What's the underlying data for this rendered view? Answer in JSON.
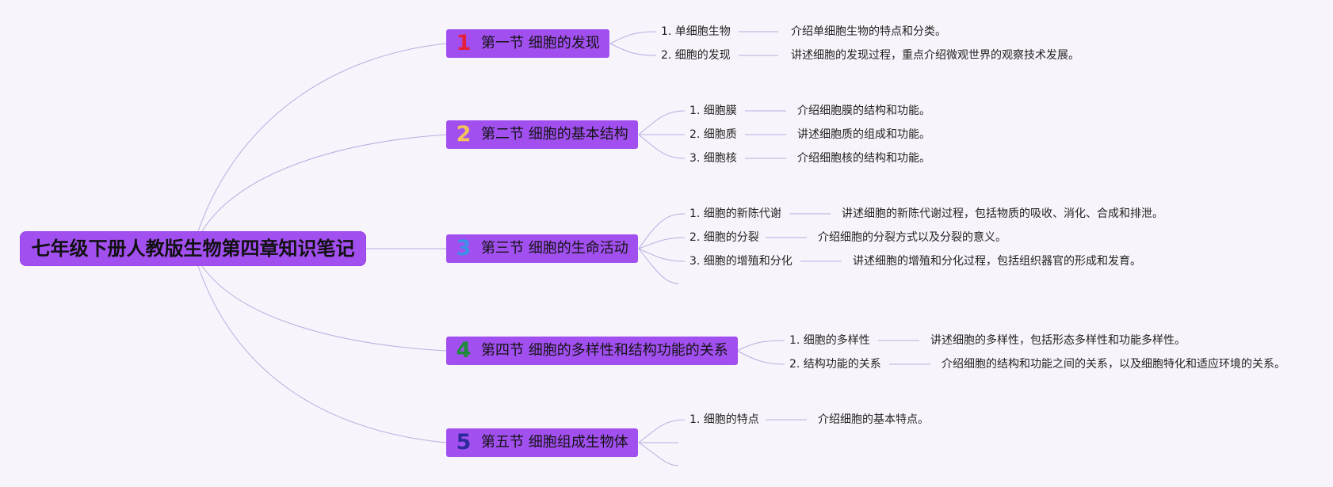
{
  "root": {
    "title": "七年级下册人教版生物第四章知识笔记"
  },
  "sections": [
    {
      "num": "1",
      "num_color": "#e5203c",
      "title": "第一节 细胞的发现",
      "items": [
        {
          "label": "1. 单细胞生物",
          "desc": "介绍单细胞生物的特点和分类。"
        },
        {
          "label": "2. 细胞的发现",
          "desc": "讲述细胞的发现过程，重点介绍微观世界的观察技术发展。"
        }
      ]
    },
    {
      "num": "2",
      "num_color": "#f4c25a",
      "title": "第二节 细胞的基本结构",
      "items": [
        {
          "label": "1. 细胞膜",
          "desc": "介绍细胞膜的结构和功能。"
        },
        {
          "label": "2. 细胞质",
          "desc": "讲述细胞质的组成和功能。"
        },
        {
          "label": "3. 细胞核",
          "desc": "介绍细胞核的结构和功能。"
        }
      ]
    },
    {
      "num": "3",
      "num_color": "#3d8fe8",
      "title": "第三节 细胞的生命活动",
      "items": [
        {
          "label": "1. 细胞的新陈代谢",
          "desc": "讲述细胞的新陈代谢过程，包括物质的吸收、消化、合成和排泄。"
        },
        {
          "label": "2. 细胞的分裂",
          "desc": "介绍细胞的分裂方式以及分裂的意义。"
        },
        {
          "label": "3. 细胞的增殖和分化",
          "desc": "讲述细胞的增殖和分化过程，包括组织器官的形成和发育。"
        }
      ]
    },
    {
      "num": "4",
      "num_color": "#1f8a3a",
      "title": "第四节 细胞的多样性和结构功能的关系",
      "items": [
        {
          "label": "1. 细胞的多样性",
          "desc": "讲述细胞的多样性，包括形态多样性和功能多样性。"
        },
        {
          "label": "2. 结构功能的关系",
          "desc": "介绍细胞的结构和功能之间的关系，以及细胞特化和适应环境的关系。"
        }
      ]
    },
    {
      "num": "5",
      "num_color": "#2a2a9a",
      "title": "第五节 细胞组成生物体",
      "items": [
        {
          "label": "1. 细胞的特点",
          "desc": "介绍细胞的基本特点。"
        }
      ]
    }
  ],
  "colors": {
    "node_fill": "#a24ff0",
    "link_color": "#b9aee0",
    "background": "#f8f4fb"
  }
}
